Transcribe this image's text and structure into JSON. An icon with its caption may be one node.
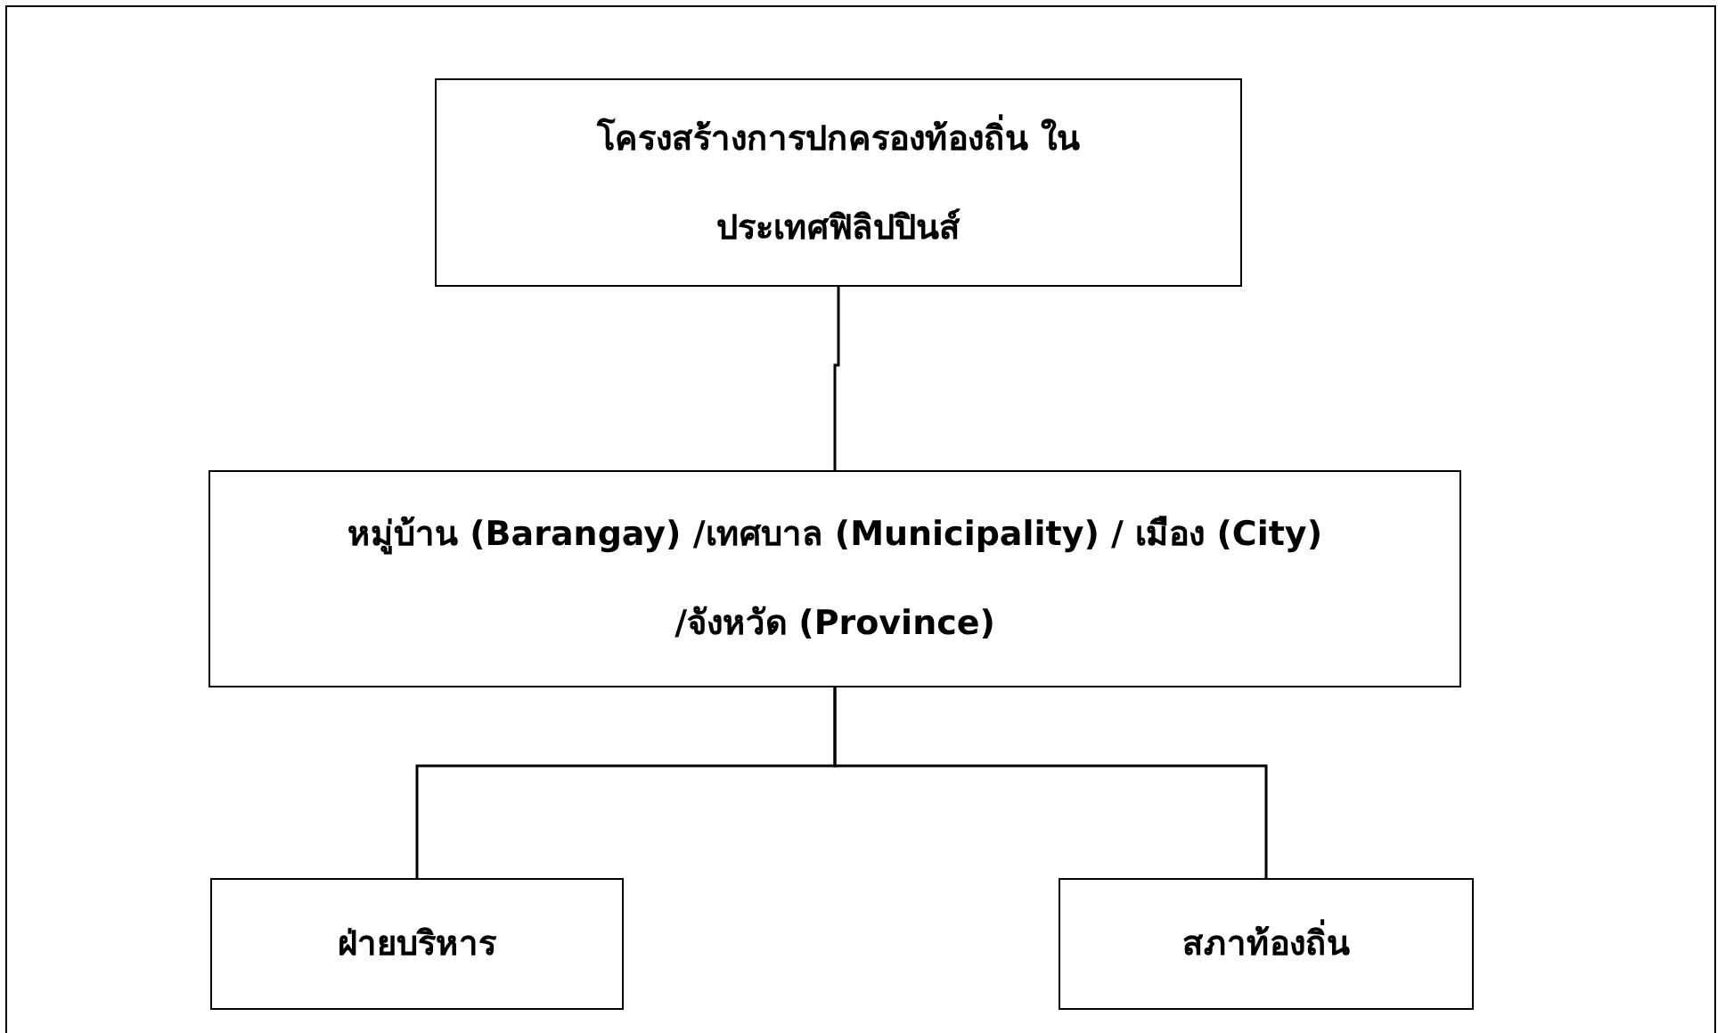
{
  "diagram": {
    "nodes": [
      {
        "text": [
          "โครงสร้างการปกครองท้องถิ่น ในประเทศฟิลิปปินส์"
        ]
      },
      {
        "text": [
          "หมู่บ้าน (Barangay) /เทศบาล (Municipality) / เมือง (City) /จังหวัด (Province)"
        ]
      },
      {
        "text": [
          "ฝ่ายบริหาร"
        ]
      },
      {
        "text": [
          "สภาท้องถิ่น"
        ]
      }
    ],
    "edges": [
      {
        "from": 0,
        "to": 1,
        "arrow": "none"
      },
      {
        "from": 1,
        "to": 2,
        "arrow": "none"
      },
      {
        "from": 1,
        "to": 3,
        "arrow": "none"
      }
    ]
  }
}
